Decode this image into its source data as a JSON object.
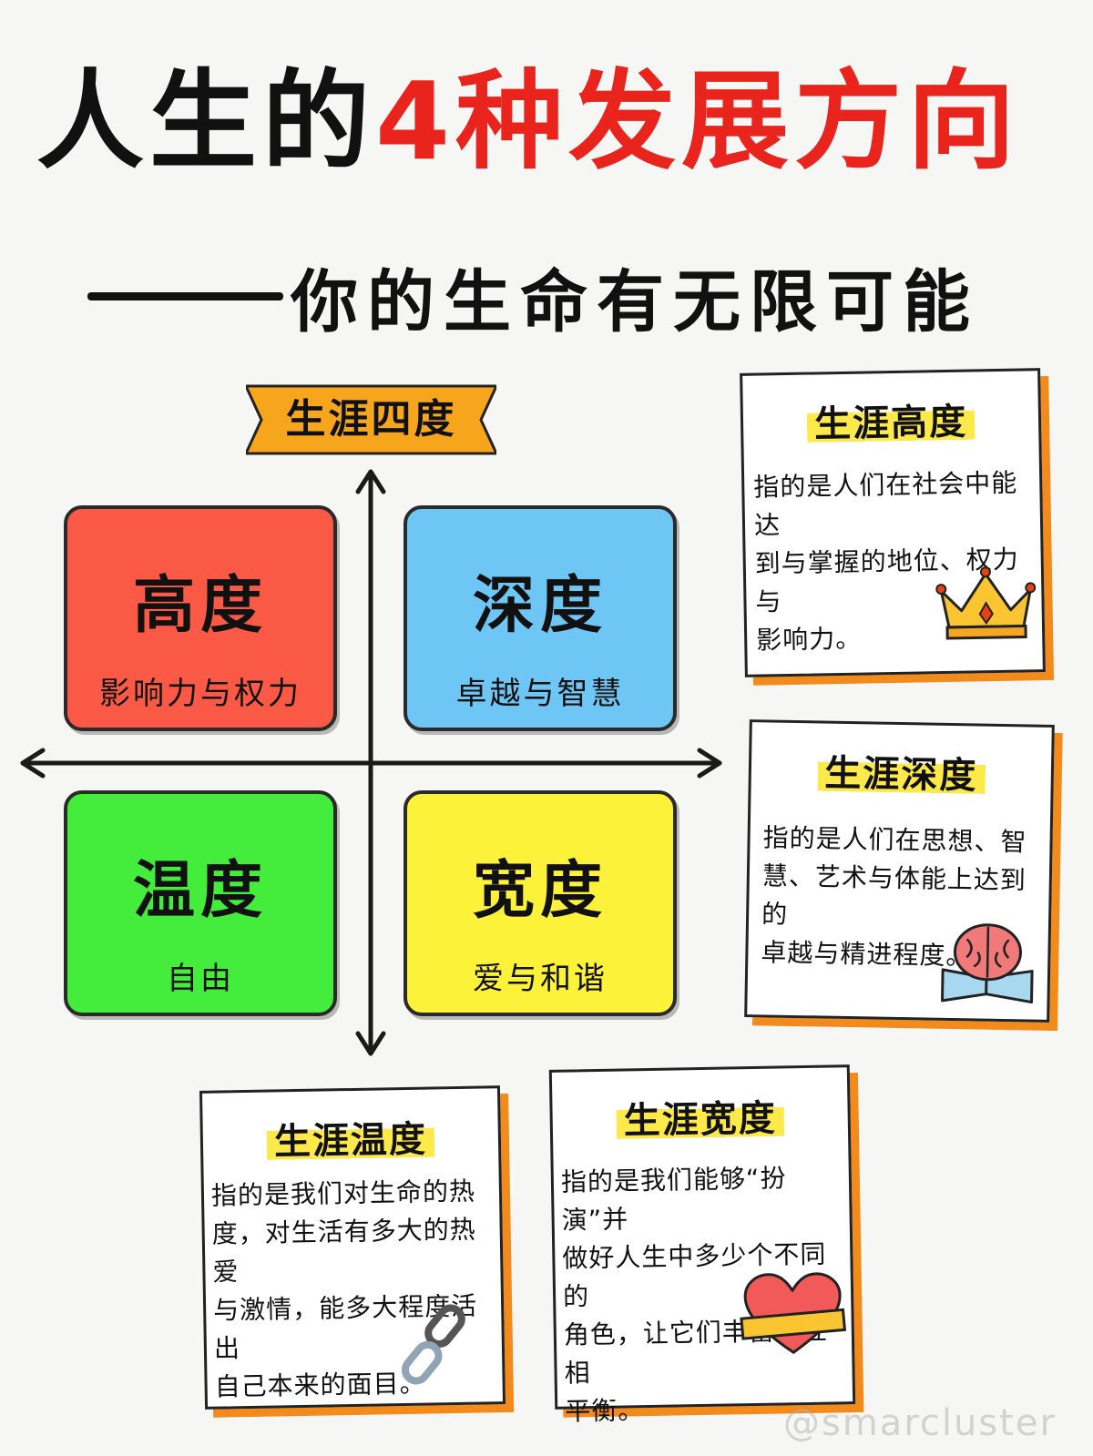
{
  "title": {
    "part1": "人生的",
    "part2": "4种",
    "part3": "发展方向",
    "subtitle": "你的生命有无限可能"
  },
  "colors": {
    "accent_red": "#e8241c",
    "ribbon": "#f7a51c",
    "card_shadow": "#f28a1c",
    "highlight": "#fde94a"
  },
  "ribbon": {
    "label": "生涯四度"
  },
  "quadrants": [
    {
      "name": "高度",
      "desc": "影响力与权力",
      "color": "#fa5a45"
    },
    {
      "name": "深度",
      "desc": "卓越与智慧",
      "color": "#6ec6f5"
    },
    {
      "name": "温度",
      "desc": "自由",
      "color": "#44ed3c"
    },
    {
      "name": "宽度",
      "desc": "爱与和谐",
      "color": "#fdf23a"
    }
  ],
  "cards": [
    {
      "title": "生涯高度",
      "lines": [
        "指的是人们在社会中能达",
        "到与掌握的地位、权力与",
        "影响力。"
      ],
      "icon": "crown-icon"
    },
    {
      "title": "生涯深度",
      "lines": [
        "指的是人们在思想、智",
        "慧、艺术与体能上达到的",
        "卓越与精进程度。"
      ],
      "icon": "brain-book-icon"
    },
    {
      "title": "生涯温度",
      "lines": [
        "指的是我们对生命的热",
        "度，对生活有多大的热爱",
        "与激情，能多大程度活出",
        "自己本来的面目。"
      ],
      "icon": "chain-link-icon"
    },
    {
      "title": "生涯宽度",
      "lines": [
        "指的是我们能够“扮演”并",
        "做好人生中多少个不同的",
        "角色，让它们丰富且互相",
        "平衡。"
      ],
      "icon": "heart-icon"
    }
  ],
  "watermark": "@smarcluster"
}
